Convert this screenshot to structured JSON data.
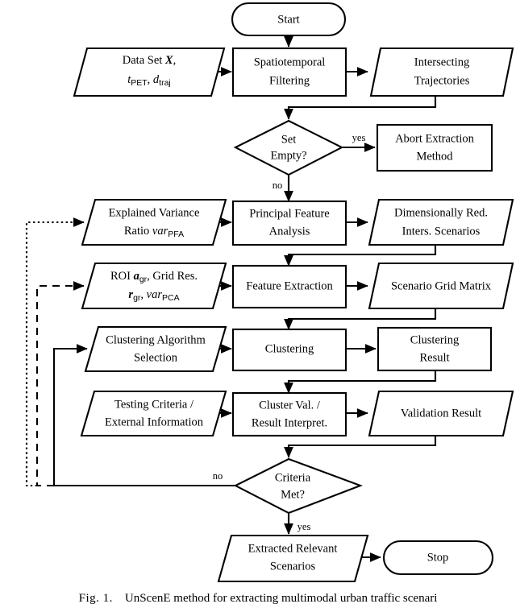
{
  "figure": {
    "caption_label": "Fig. 1.",
    "caption_text": "UnScenE method for extracting multimodal urban traffic scenari"
  },
  "nodes": {
    "start": {
      "label": "Start",
      "shape": "terminator"
    },
    "data_set": {
      "line1_pre": "Data Set ",
      "line1_sym": "X",
      "line1_post": ",",
      "line2_sym1": "t",
      "line2_sub1": "PET",
      "line2_mid": ", ",
      "line2_sym2": "d",
      "line2_sub2": "traj",
      "shape": "data"
    },
    "spatiotemporal_filtering": {
      "line1": "Spatiotemporal",
      "line2": "Filtering",
      "shape": "process"
    },
    "intersecting_trajectories": {
      "line1": "Intersecting",
      "line2": "Trajectories",
      "shape": "data"
    },
    "set_empty": {
      "line1": "Set",
      "line2": "Empty?",
      "shape": "decision"
    },
    "abort_extraction": {
      "line1": "Abort Extraction",
      "line2": "Method",
      "shape": "process"
    },
    "explained_variance": {
      "line1": "Explained Variance",
      "line2_pre": "Ratio ",
      "line2_sym": "var",
      "line2_sub": "PFA",
      "shape": "data"
    },
    "principal_feature_analysis": {
      "line1": "Principal Feature",
      "line2": "Analysis",
      "shape": "process"
    },
    "dim_reduced": {
      "line1": "Dimensionally Red.",
      "line2": "Inters. Scenarios",
      "shape": "data"
    },
    "roi_grid": {
      "line1_pre": "ROI ",
      "line1_sym": "a",
      "line1_sub": "gr",
      "line1_post": ", Grid Res.",
      "line2_sym1": "r",
      "line2_sub1": "gr",
      "line2_mid": ", ",
      "line2_sym2": "var",
      "line2_sub2": "PCA",
      "shape": "data"
    },
    "feature_extraction": {
      "line1": "Feature Extraction",
      "shape": "process"
    },
    "scenario_grid_matrix": {
      "line1": "Scenario Grid Matrix",
      "shape": "data"
    },
    "clustering_algorithm_selection": {
      "line1": "Clustering Algorithm",
      "line2": "Selection",
      "shape": "data"
    },
    "clustering": {
      "line1": "Clustering",
      "shape": "process"
    },
    "clustering_result": {
      "line1": "Clustering",
      "line2": "Result",
      "shape": "process"
    },
    "testing_criteria": {
      "line1": "Testing Criteria /",
      "line2": "External Information",
      "shape": "data"
    },
    "cluster_validation": {
      "line1": "Cluster Val. /",
      "line2": "Result Interpret.",
      "shape": "process"
    },
    "validation_result": {
      "line1": "Validation Result",
      "shape": "data"
    },
    "criteria_met": {
      "line1": "Criteria",
      "line2": "Met?",
      "shape": "decision"
    },
    "extracted_scenarios": {
      "line1": "Extracted Relevant",
      "line2": "Scenarios",
      "shape": "data"
    },
    "stop": {
      "label": "Stop",
      "shape": "terminator"
    }
  },
  "edge_labels": {
    "set_empty_yes": "yes",
    "set_empty_no": "no",
    "criteria_met_no": "no",
    "criteria_met_yes": "yes"
  },
  "colors": {
    "stroke": "#000000",
    "fill": "#ffffff",
    "text": "#000000"
  }
}
